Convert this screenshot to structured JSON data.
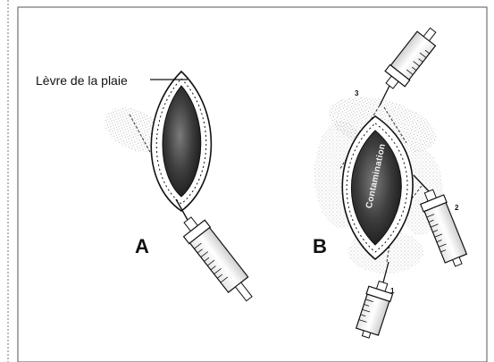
{
  "labels": {
    "wound_edge": "Lèvre de la plaie",
    "panel_a": "A",
    "panel_b": "B",
    "contamination": "Contamination",
    "injection_1": "1",
    "injection_2": "2",
    "injection_3": "3"
  },
  "colors": {
    "ink": "#111111",
    "wound_fill": "#3a3a3a",
    "stipple": "#9a9a9a",
    "frame": "#666666"
  }
}
